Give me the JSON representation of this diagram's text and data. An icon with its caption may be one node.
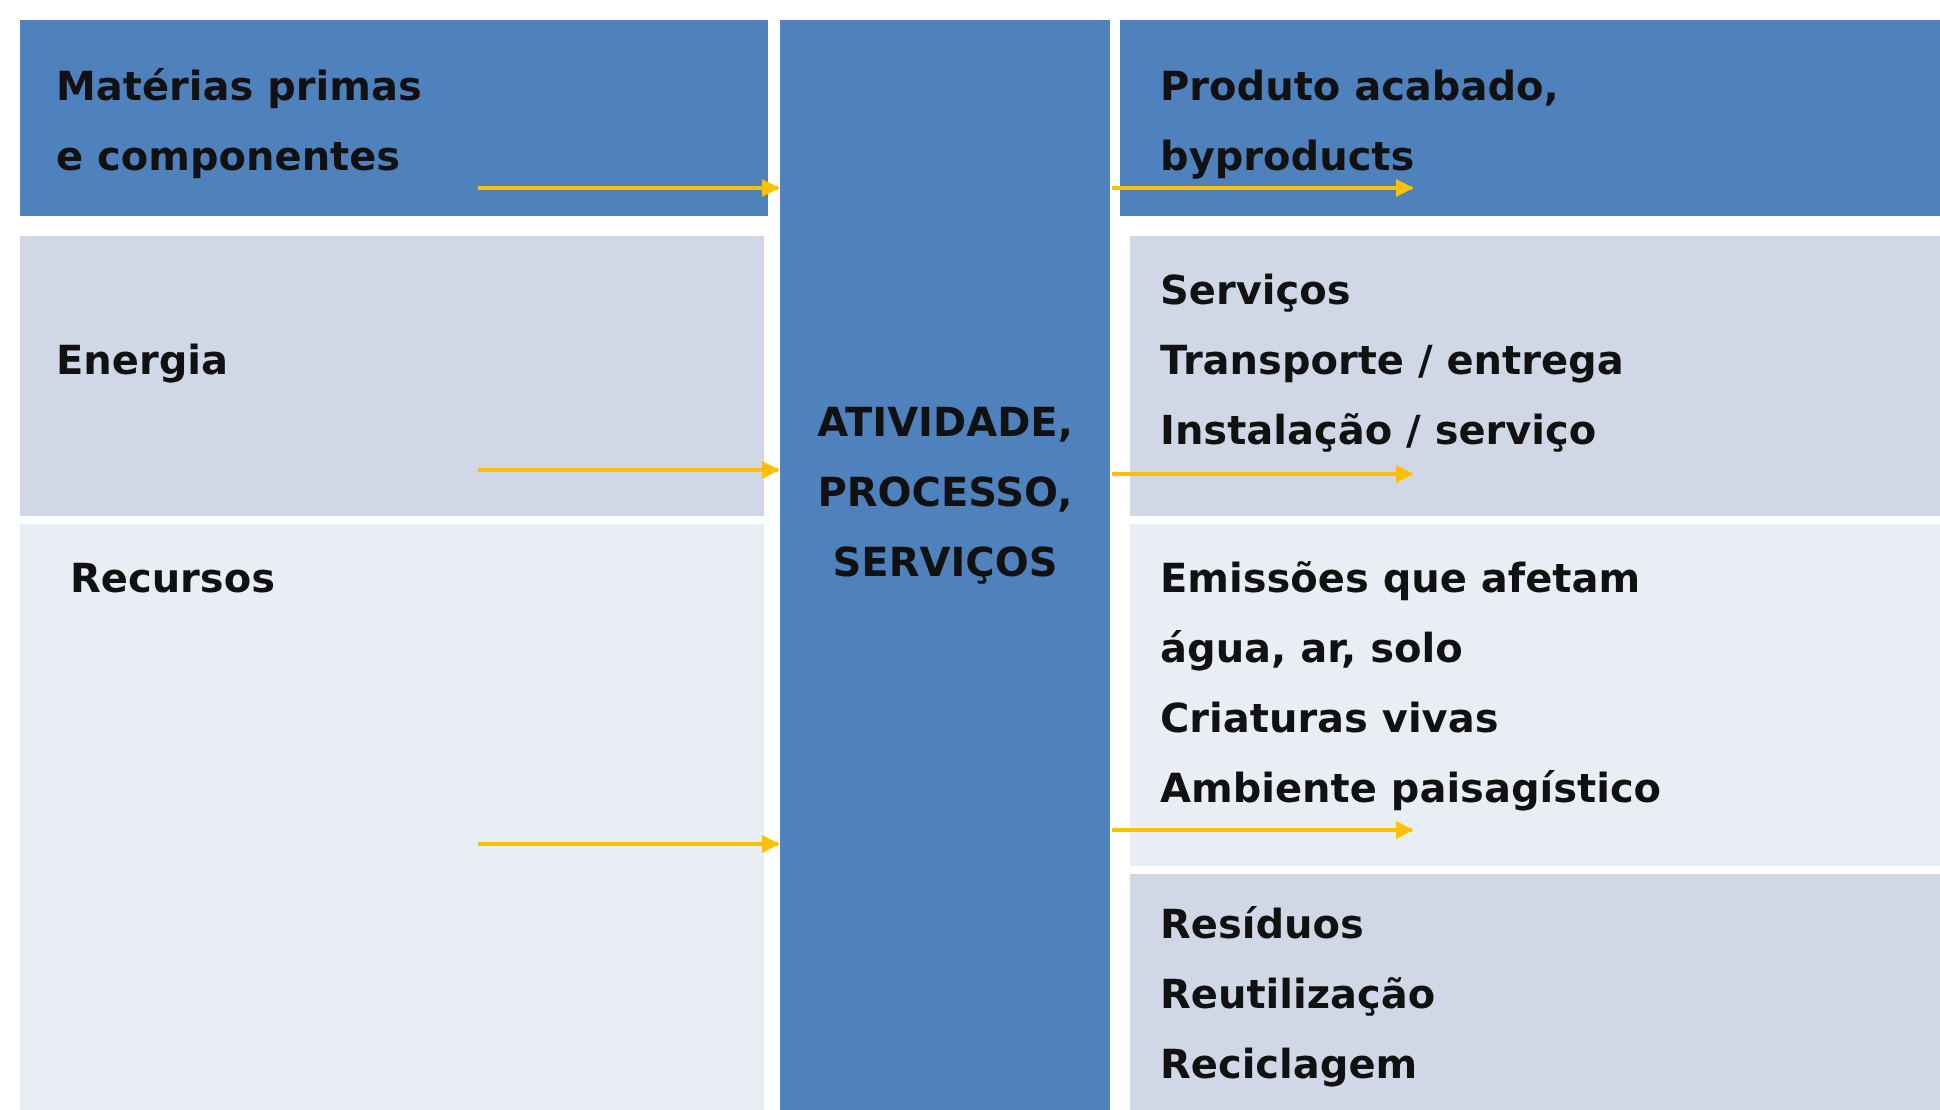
{
  "diagram": {
    "nodes": [
      {
        "text": [
          "Matérias primas e componentes"
        ]
      },
      {
        "text": [
          "Energia"
        ]
      },
      {
        "text": [
          "Recursos"
        ]
      },
      {
        "text": [
          "ATIVIDADE, PROCESSO, SERVIÇOS"
        ]
      },
      {
        "text": [
          "Produto acabado, byproducts"
        ]
      },
      {
        "text": [
          "Serviços",
          "Transporte / entrega",
          "Instalação / serviço"
        ]
      },
      {
        "text": [
          "Emissões que afetam água, ar, solo",
          "Criaturas vivas",
          "Ambiente paisagístico"
        ]
      },
      {
        "text": [
          "Resíduos",
          "Reutilização",
          "Reciclagem"
        ]
      }
    ],
    "edges": [
      {
        "from": 0,
        "to": 3,
        "arrow": "to"
      },
      {
        "from": 1,
        "to": 3,
        "arrow": "to"
      },
      {
        "from": 2,
        "to": 3,
        "arrow": "to"
      },
      {
        "from": 3,
        "to": 4,
        "arrow": "to"
      },
      {
        "from": 3,
        "to": 5,
        "arrow": "to"
      },
      {
        "from": 3,
        "to": 6,
        "arrow": "to"
      }
    ]
  }
}
